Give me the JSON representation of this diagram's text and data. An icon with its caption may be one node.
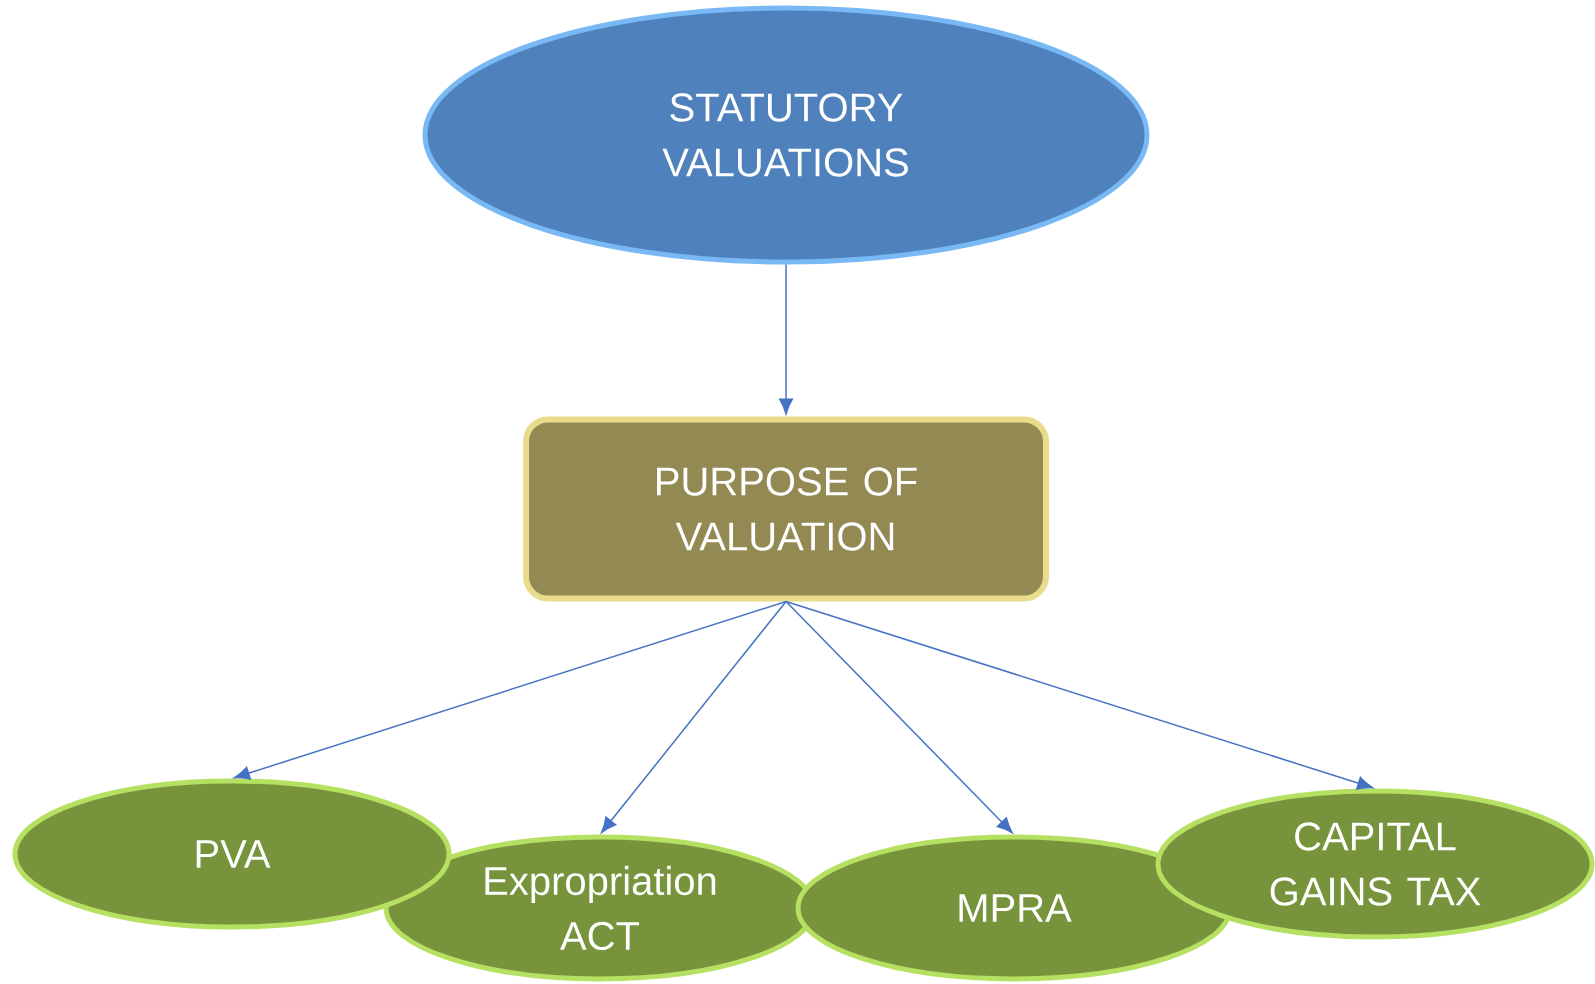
{
  "diagram": {
    "nodes": [
      {
        "text": [
          "STATUTORY VALUATIONS"
        ]
      },
      {
        "text": [
          "PURPOSE OF VALUATION"
        ]
      },
      {
        "text": [
          "PVA"
        ]
      },
      {
        "text": [
          "Expropriation ACT"
        ]
      },
      {
        "text": [
          "MPRA"
        ]
      },
      {
        "text": [
          "CAPITAL GAINS TAX"
        ]
      }
    ],
    "edges": [
      {
        "from": 0,
        "to": 1,
        "arrow": "to"
      },
      {
        "from": 1,
        "to": 2,
        "arrow": "to"
      },
      {
        "from": 1,
        "to": 3,
        "arrow": "to"
      },
      {
        "from": 1,
        "to": 4,
        "arrow": "to"
      },
      {
        "from": 1,
        "to": 5,
        "arrow": "to"
      }
    ]
  }
}
